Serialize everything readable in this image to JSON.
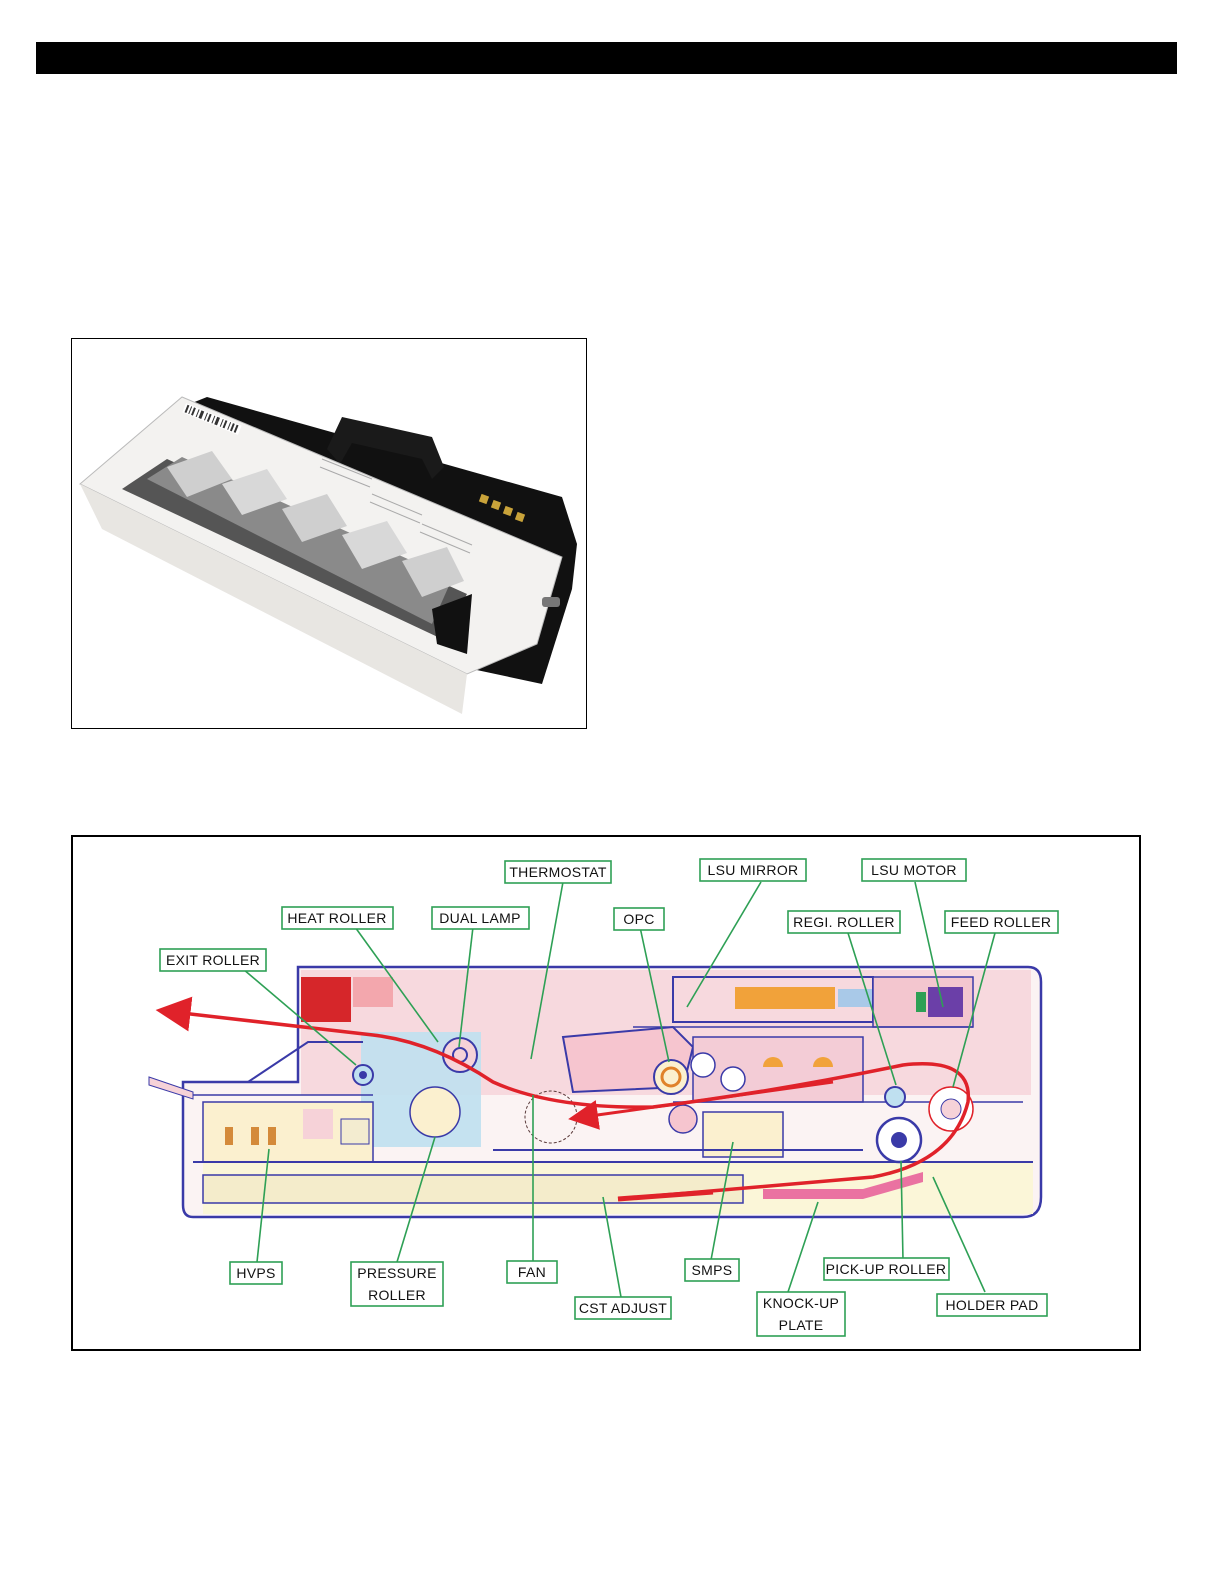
{
  "labels": {
    "thermostat": "THERMOSTAT",
    "lsu_mirror": "LSU  MIRROR",
    "lsu_motor": "LSU  MOTOR",
    "heat_roller": "HEAT  ROLLER",
    "dual_lamp": "DUAL  LAMP",
    "opc": "OPC",
    "regi_roller": "REGI.  ROLLER",
    "feed_roller": "FEED  ROLLER",
    "exit_roller": "EXIT  ROLLER",
    "hvps": "HVPS",
    "pressure_roller_1": "PRESSURE",
    "pressure_roller_2": "ROLLER",
    "fan": "FAN",
    "smps": "SMPS",
    "pick_up_roller": "PICK-UP  ROLLER",
    "cst_adjust": "CST  ADJUST",
    "knock_up_plate_1": "KNOCK-UP",
    "knock_up_plate_2": "PLATE",
    "holder_pad": "HOLDER  PAD"
  },
  "colors": {
    "leader_green": "#2ea055",
    "paper_path_red": "#e0222a",
    "frame_blue": "#3a3aa8"
  }
}
